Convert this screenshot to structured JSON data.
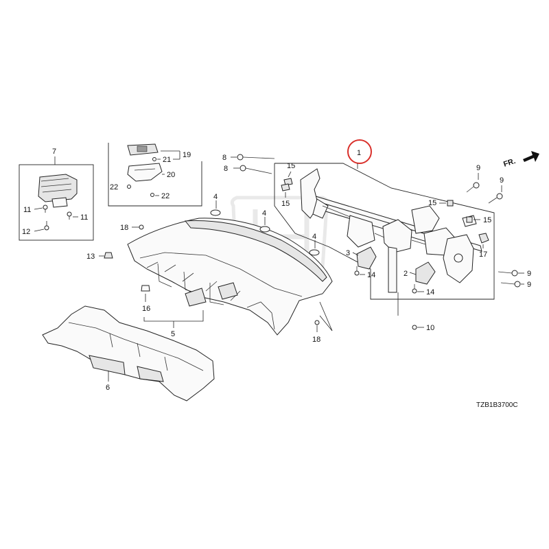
{
  "diagram_code": "TZB1B3700C",
  "front_marker": "FR.",
  "highlight_color": "#d9302b",
  "highlighted_callout": "1",
  "callouts": {
    "c1": "1",
    "c2": "2",
    "c3": "3",
    "c4a": "4",
    "c4b": "4",
    "c4c": "4",
    "c5": "5",
    "c6": "6",
    "c7": "7",
    "c8a": "8",
    "c8b": "8",
    "c9a": "9",
    "c9b": "9",
    "c9c": "9",
    "c9d": "9",
    "c10": "10",
    "c11a": "11",
    "c11b": "11",
    "c12": "12",
    "c13": "13",
    "c14a": "14",
    "c14b": "14",
    "c15a": "15",
    "c15b": "15",
    "c15c": "15",
    "c15d": "15",
    "c16": "16",
    "c17": "17",
    "c18a": "18",
    "c18b": "18",
    "c19": "19",
    "c20": "20",
    "c21": "21",
    "c22a": "22",
    "c22b": "22"
  }
}
